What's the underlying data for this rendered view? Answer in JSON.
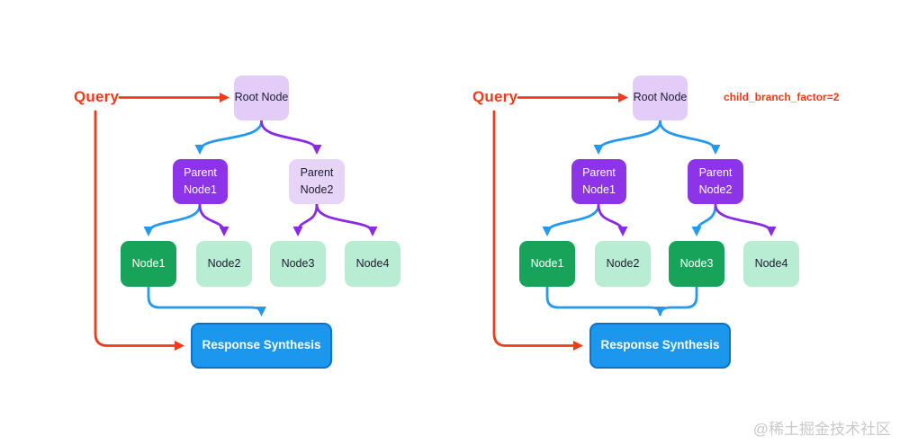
{
  "watermark": "@稀土掘金技术社区",
  "colors": {
    "query_red": "#ef3b17",
    "arrow_blue": "#2499f0",
    "arrow_purple": "#8a2be2",
    "selected_node_purple": "#8d33e8",
    "root_lavender": "#e3cdf8",
    "unselected_lavender": "#e6d5f7",
    "selected_leaf_green": "#17a45a",
    "unselected_leaf_green": "#b9edd3",
    "synthesis_blue": "#1b97ed",
    "synthesis_border": "#0a72c9"
  },
  "left_diagram": {
    "query_label": "Query",
    "root_label": "Root Node",
    "parent1_label": "Parent Node1",
    "parent2_label": "Parent Node2",
    "leaf1_label": "Node1",
    "leaf2_label": "Node2",
    "leaf3_label": "Node3",
    "leaf4_label": "Node4",
    "synthesis_label": "Response Synthesis"
  },
  "right_diagram": {
    "query_label": "Query",
    "annotation": "child_branch_factor=2",
    "root_label": "Root Node",
    "parent1_label": "Parent Node1",
    "parent2_label": "Parent Node2",
    "leaf1_label": "Node1",
    "leaf2_label": "Node2",
    "leaf3_label": "Node3",
    "leaf4_label": "Node4",
    "synthesis_label": "Response Synthesis"
  }
}
